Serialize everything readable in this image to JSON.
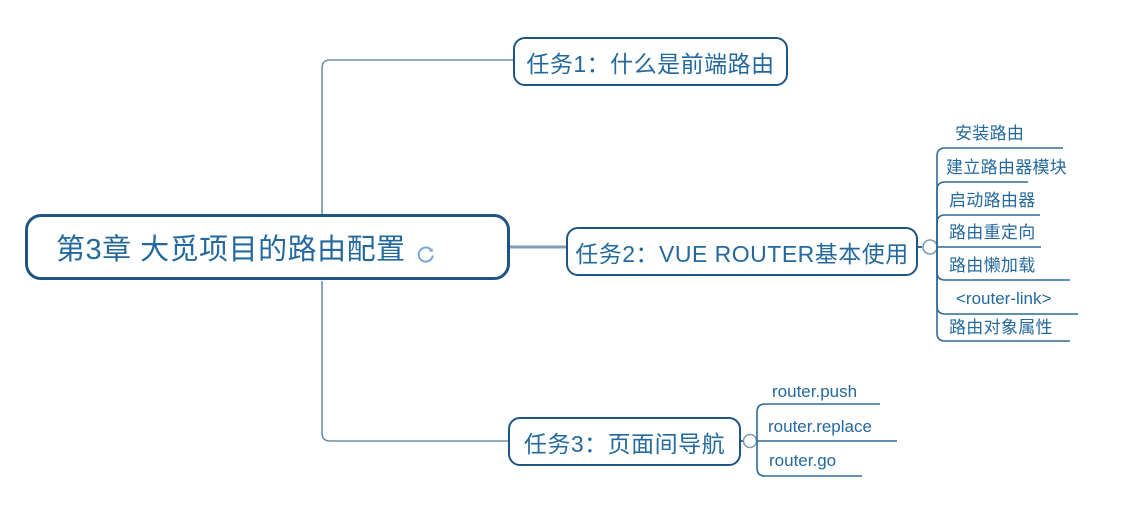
{
  "diagram": {
    "type": "mindmap",
    "title": "第3章 大觅项目的路由配置",
    "colors": {
      "border": "#1F5582",
      "text": "#24699E",
      "link": "#2E6C96",
      "link_light": "#7D9EB8",
      "icon": "#79A7DC",
      "background": "#FFFFFF"
    },
    "root": {
      "label": "第3章 大觅项目的路由配置",
      "icon": "refresh-icon"
    },
    "branches": [
      {
        "id": "task1",
        "label": "任务1：什么是前端路由",
        "children": []
      },
      {
        "id": "task2",
        "label": "任务2：VUE ROUTER基本使用",
        "children": [
          {
            "label": "安装路由"
          },
          {
            "label": "建立路由器模块"
          },
          {
            "label": "启动路由器"
          },
          {
            "label": "路由重定向"
          },
          {
            "label": "路由懒加载"
          },
          {
            "label": "<router-link>"
          },
          {
            "label": "路由对象属性"
          }
        ]
      },
      {
        "id": "task3",
        "label": "任务3：页面间导航",
        "children": [
          {
            "label": "router.push"
          },
          {
            "label": "router.replace"
          },
          {
            "label": "router.go"
          }
        ]
      }
    ]
  }
}
